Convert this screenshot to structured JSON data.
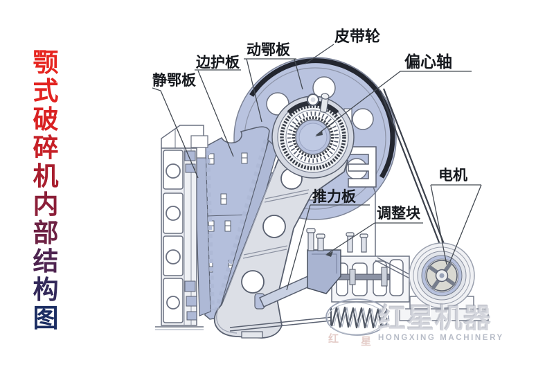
{
  "title": {
    "text": "颚式破碎机内部结构图",
    "chars": [
      {
        "ch": "颚",
        "color": "#e6251f"
      },
      {
        "ch": "式",
        "color": "#e22320"
      },
      {
        "ch": "破",
        "color": "#d92122"
      },
      {
        "ch": "碎",
        "color": "#c62027"
      },
      {
        "ch": "机",
        "color": "#a81e2e"
      },
      {
        "ch": "内",
        "color": "#8b1e38"
      },
      {
        "ch": "部",
        "color": "#6d2143"
      },
      {
        "ch": "结",
        "color": "#4e2450"
      },
      {
        "ch": "构",
        "color": "#33295a"
      },
      {
        "ch": "图",
        "color": "#1c2e63"
      }
    ]
  },
  "diagram": {
    "labels": {
      "fixed_jaw_plate": "静鄂板",
      "side_guard_plate": "边护板",
      "moving_jaw_plate": "动鄂板",
      "belt_pulley": "皮带轮",
      "eccentric_shaft": "偏心轴",
      "motor": "电机",
      "toggle_plate": "推力板",
      "adjusting_block": "调整块"
    },
    "colors": {
      "part_blue": "#b7c1dd",
      "part_blue_dark": "#aeb9d6",
      "part_gray": "#dcdfe6",
      "outline_dark": "#262a33",
      "outline_mid": "#596070"
    }
  },
  "watermark": {
    "brand": "红星机器",
    "subtitle": "HONGXING MACHINERY",
    "stray_left": "红",
    "stray_right": "星"
  }
}
